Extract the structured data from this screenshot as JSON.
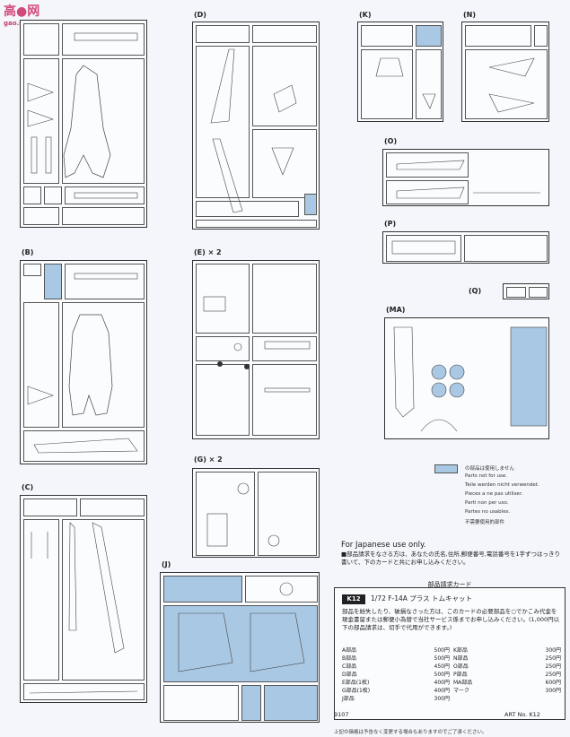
{
  "watermark": {
    "text": "高●网",
    "url": "gao.shou.com"
  },
  "sprues": [
    {
      "id": "A",
      "label": ""
    },
    {
      "id": "B",
      "label": "(B)"
    },
    {
      "id": "C",
      "label": "(C)"
    },
    {
      "id": "D",
      "label": "(D)"
    },
    {
      "id": "E",
      "label": "(E) × 2"
    },
    {
      "id": "G",
      "label": "(G) × 2"
    },
    {
      "id": "J",
      "label": "(J)"
    },
    {
      "id": "K",
      "label": "(K)"
    },
    {
      "id": "N",
      "label": "(N)"
    },
    {
      "id": "O",
      "label": "(O)"
    },
    {
      "id": "P",
      "label": "(P)"
    },
    {
      "id": "Q",
      "label": "(Q)"
    },
    {
      "id": "MA",
      "label": "(MA)"
    }
  ],
  "legend": {
    "lines": [
      "の部品は使用しません",
      "Parts not for use.",
      "Teile werden nicht verwendet.",
      "Pieces a ne pas utiliser.",
      "Parti non per uso.",
      "Partes no usables.",
      "不需要使用的部件"
    ]
  },
  "japan": {
    "heading": "For Japanese use only.",
    "note": "■部品請求をなさる方は、あなたの氏名,住所,郵便番号,電話番号を1字ずつはっきり書いて、下のカードと共にお申し込みください。"
  },
  "card": {
    "title": "部品請求カード",
    "tag": "K12",
    "model": "1/72  F-14A プラス トムキャット",
    "text": "部品を紛失したり、破損なさった方は、このカードの必要部品を○でかこみ代金を現金書留または郵便小為替で当社サービス係までお申し込みください。(1,000円以下の部品請求は、切手で代用ができます。)",
    "prices_left": [
      {
        "name": "A部品",
        "price": "500円"
      },
      {
        "name": "B部品",
        "price": "500円"
      },
      {
        "name": "C部品",
        "price": "450円"
      },
      {
        "name": "D部品",
        "price": "500円"
      },
      {
        "name": "E部品(1枚)",
        "price": "400円"
      },
      {
        "name": "G部品(1枚)",
        "price": "400円"
      },
      {
        "name": "J部品",
        "price": "300円"
      }
    ],
    "prices_right": [
      {
        "name": "K部品",
        "price": "300円"
      },
      {
        "name": "N部品",
        "price": "250円"
      },
      {
        "name": "O部品",
        "price": "250円"
      },
      {
        "name": "P部品",
        "price": "250円"
      },
      {
        "name": "MA部品",
        "price": "600円"
      },
      {
        "name": "マーク",
        "price": "300円"
      }
    ]
  },
  "footer": {
    "code": "9107",
    "art": "ART No. K12",
    "note": "上記の価格は予告なく変更する場合もありますのでご了承ください。"
  }
}
